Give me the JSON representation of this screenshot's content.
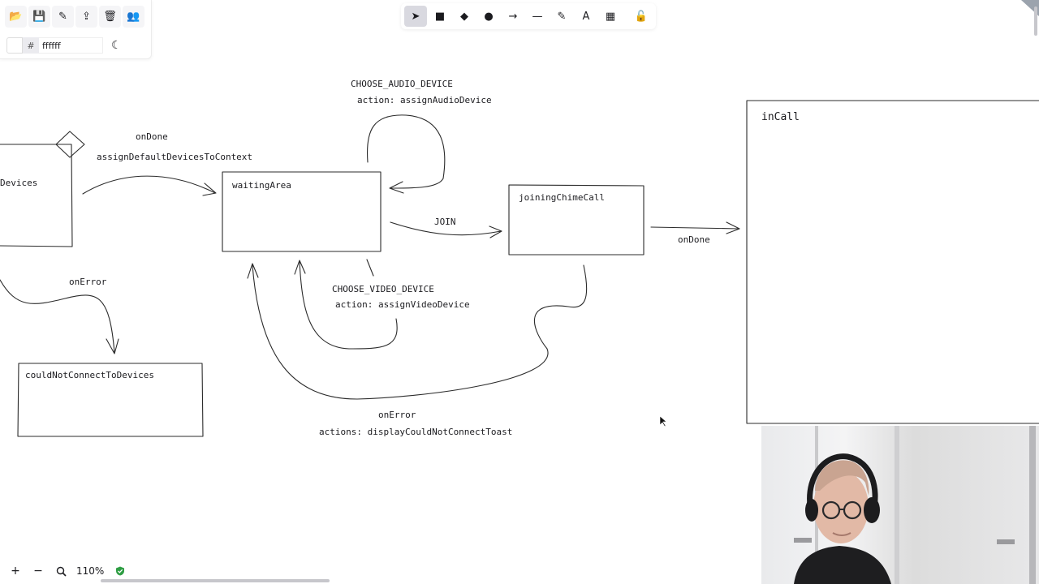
{
  "toolbar_left": {
    "tools": [
      {
        "name": "open-icon",
        "glyph": "📂"
      },
      {
        "name": "save-icon",
        "glyph": "💾"
      },
      {
        "name": "save-as-icon",
        "glyph": "✎"
      },
      {
        "name": "export-icon",
        "glyph": "⇪"
      },
      {
        "name": "trash-icon",
        "glyph": "🗑"
      },
      {
        "name": "collaborate-icon",
        "glyph": "👥"
      }
    ],
    "color_hash": "#",
    "background_color": "ffffff"
  },
  "toolbar_top": {
    "tools": [
      {
        "name": "selection-tool",
        "glyph": "➤",
        "num": "",
        "active": true
      },
      {
        "name": "rectangle-tool",
        "glyph": "■",
        "num": "",
        "active": false
      },
      {
        "name": "diamond-tool",
        "glyph": "◆",
        "num": "",
        "active": false
      },
      {
        "name": "ellipse-tool",
        "glyph": "●",
        "num": "",
        "active": false
      },
      {
        "name": "arrow-tool",
        "glyph": "→",
        "num": "",
        "active": false
      },
      {
        "name": "line-tool",
        "glyph": "—",
        "num": "",
        "active": false
      },
      {
        "name": "draw-tool",
        "glyph": "✎",
        "num": "",
        "active": false
      },
      {
        "name": "text-tool",
        "glyph": "A",
        "num": "",
        "active": false
      },
      {
        "name": "library-tool",
        "glyph": "▦",
        "num": "",
        "active": false
      },
      {
        "name": "lock-tool",
        "glyph": "🔓",
        "num": "",
        "active": false
      }
    ]
  },
  "zoom": {
    "level": "110%",
    "zoom_in": "+",
    "zoom_out": "−"
  },
  "diagram": {
    "states": {
      "devices": "Devices",
      "waiting_area": "waitingArea",
      "joining_chime_call": "joiningChimeCall",
      "in_call": "inCall",
      "could_not_connect": "couldNotConnectToDevices"
    },
    "labels": {
      "on_done_1": "onDone",
      "assign_default": "assignDefaultDevicesToContext",
      "choose_audio": "CHOOSE_AUDIO_DEVICE",
      "assign_audio": "action: assignAudioDevice",
      "join": "JOIN",
      "on_done_2": "onDone",
      "on_error_1": "onError",
      "choose_video": "CHOOSE_VIDEO_DEVICE",
      "assign_video": "action: assignVideoDevice",
      "on_error_2": "onError",
      "display_toast": "actions: displayCouldNotConnectToast"
    }
  }
}
